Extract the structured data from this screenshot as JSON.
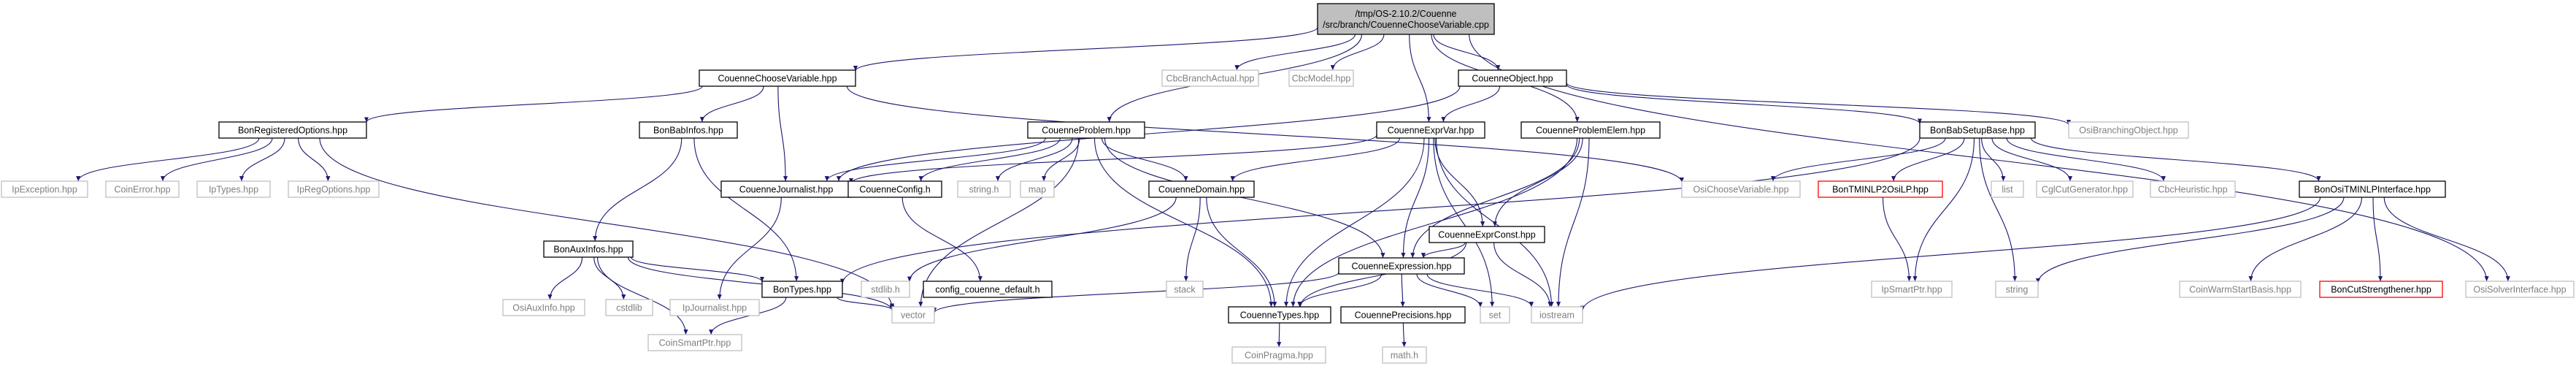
{
  "diagram": {
    "type": "include-dependency-graph",
    "colors": {
      "edge": "#191970",
      "root_fill": "#bfbfbf",
      "node_fill": "#ffffff",
      "normal_border": "#000000",
      "external_border": "#bfbfbf",
      "external_text": "#7f7f7f",
      "missing_border": "#ff0000"
    },
    "nodes": {
      "root": {
        "lines": [
          "/tmp/OS-2.10.2/Couenne",
          "/src/branch/CouenneChooseVariable.cpp"
        ],
        "style": "root"
      },
      "ccv": {
        "lines": [
          "CouenneChooseVariable.hpp"
        ],
        "style": "normal"
      },
      "cbcba": {
        "lines": [
          "CbcBranchActual.hpp"
        ],
        "style": "external"
      },
      "cbcmodel": {
        "lines": [
          "CbcModel.hpp"
        ],
        "style": "external"
      },
      "cobj": {
        "lines": [
          "CouenneObject.hpp"
        ],
        "style": "normal"
      },
      "osibo": {
        "lines": [
          "OsiBranchingObject.hpp"
        ],
        "style": "external"
      },
      "brop": {
        "lines": [
          "BonRegisteredOptions.hpp"
        ],
        "style": "normal"
      },
      "babinfo": {
        "lines": [
          "BonBabInfos.hpp"
        ],
        "style": "normal"
      },
      "cprob": {
        "lines": [
          "CouenneProblem.hpp"
        ],
        "style": "normal"
      },
      "cexprvar": {
        "lines": [
          "CouenneExprVar.hpp"
        ],
        "style": "normal"
      },
      "cpelem": {
        "lines": [
          "CouenneProblemElem.hpp"
        ],
        "style": "normal"
      },
      "bbsb": {
        "lines": [
          "BonBabSetupBase.hpp"
        ],
        "style": "normal"
      },
      "ipexc": {
        "lines": [
          "IpException.hpp"
        ],
        "style": "external"
      },
      "coinerr": {
        "lines": [
          "CoinError.hpp"
        ],
        "style": "external"
      },
      "iptypes": {
        "lines": [
          "IpTypes.hpp"
        ],
        "style": "external"
      },
      "ipreg": {
        "lines": [
          "IpRegOptions.hpp"
        ],
        "style": "external"
      },
      "cjournal": {
        "lines": [
          "CouenneJournalist.hpp"
        ],
        "style": "normal"
      },
      "cconfig": {
        "lines": [
          "CouenneConfig.h"
        ],
        "style": "normal"
      },
      "stringh": {
        "lines": [
          "string.h"
        ],
        "style": "external"
      },
      "map": {
        "lines": [
          "map"
        ],
        "style": "external"
      },
      "osichoose": {
        "lines": [
          "OsiChooseVariable.hpp"
        ],
        "style": "external"
      },
      "tminlp2osi": {
        "lines": [
          "BonTMINLP2OsiLP.hpp"
        ],
        "style": "missing"
      },
      "list": {
        "lines": [
          "list"
        ],
        "style": "external"
      },
      "cglcut": {
        "lines": [
          "CglCutGenerator.hpp"
        ],
        "style": "external"
      },
      "cbcheur": {
        "lines": [
          "CbcHeuristic.hpp"
        ],
        "style": "external"
      },
      "ositminlp": {
        "lines": [
          "BonOsiTMINLPInterface.hpp"
        ],
        "style": "normal"
      },
      "auxinfo": {
        "lines": [
          "BonAuxInfos.hpp"
        ],
        "style": "normal"
      },
      "cdomain": {
        "lines": [
          "CouenneDomain.hpp"
        ],
        "style": "normal"
      },
      "cexprconst": {
        "lines": [
          "CouenneExprConst.hpp"
        ],
        "style": "normal"
      },
      "osiaux": {
        "lines": [
          "OsiAuxInfo.hpp"
        ],
        "style": "external"
      },
      "cstdlib": {
        "lines": [
          "cstdlib"
        ],
        "style": "external"
      },
      "ipjournal": {
        "lines": [
          "IpJournalist.hpp"
        ],
        "style": "external"
      },
      "bontypes": {
        "lines": [
          "BonTypes.hpp"
        ],
        "style": "normal"
      },
      "stdlib": {
        "lines": [
          "stdlib.h"
        ],
        "style": "external"
      },
      "cfgdefault": {
        "lines": [
          "config_couenne_default.h"
        ],
        "style": "normal"
      },
      "stack": {
        "lines": [
          "stack"
        ],
        "style": "external"
      },
      "cexpr": {
        "lines": [
          "CouenneExpression.hpp"
        ],
        "style": "normal"
      },
      "ipsmart": {
        "lines": [
          "IpSmartPtr.hpp"
        ],
        "style": "external"
      },
      "string": {
        "lines": [
          "string"
        ],
        "style": "external"
      },
      "coinwarm": {
        "lines": [
          "CoinWarmStartBasis.hpp"
        ],
        "style": "external"
      },
      "cutstr": {
        "lines": [
          "BonCutStrengthener.hpp"
        ],
        "style": "missing"
      },
      "osisolver": {
        "lines": [
          "OsiSolverInterface.hpp"
        ],
        "style": "external"
      },
      "coinsmart": {
        "lines": [
          "CoinSmartPtr.hpp"
        ],
        "style": "external"
      },
      "vector": {
        "lines": [
          "vector"
        ],
        "style": "external"
      },
      "ctypes": {
        "lines": [
          "CouenneTypes.hpp"
        ],
        "style": "normal"
      },
      "cprec": {
        "lines": [
          "CouennePrecisions.hpp"
        ],
        "style": "normal"
      },
      "set": {
        "lines": [
          "set"
        ],
        "style": "external"
      },
      "iostream": {
        "lines": [
          "iostream"
        ],
        "style": "external"
      },
      "coinpragma": {
        "lines": [
          "CoinPragma.hpp"
        ],
        "style": "external"
      },
      "mathh": {
        "lines": [
          "math.h"
        ],
        "style": "external"
      }
    },
    "edges": [
      [
        "root",
        "ccv"
      ],
      [
        "root",
        "cbcba"
      ],
      [
        "root",
        "cbcmodel"
      ],
      [
        "root",
        "cobj"
      ],
      [
        "root",
        "cprob"
      ],
      [
        "root",
        "cexprvar"
      ],
      [
        "root",
        "cpelem"
      ],
      [
        "root",
        "osisolver"
      ],
      [
        "ccv",
        "brop"
      ],
      [
        "ccv",
        "babinfo"
      ],
      [
        "ccv",
        "cjournal"
      ],
      [
        "ccv",
        "osichoose"
      ],
      [
        "cobj",
        "osibo"
      ],
      [
        "cobj",
        "cexprvar"
      ],
      [
        "cobj",
        "cjournal"
      ],
      [
        "cobj",
        "bbsb"
      ],
      [
        "brop",
        "ipexc"
      ],
      [
        "brop",
        "coinerr"
      ],
      [
        "brop",
        "iptypes"
      ],
      [
        "brop",
        "ipreg"
      ],
      [
        "brop",
        "vector"
      ],
      [
        "babinfo",
        "auxinfo"
      ],
      [
        "babinfo",
        "bontypes"
      ],
      [
        "auxinfo",
        "osiaux"
      ],
      [
        "auxinfo",
        "cstdlib"
      ],
      [
        "auxinfo",
        "bontypes"
      ],
      [
        "auxinfo",
        "coinsmart"
      ],
      [
        "auxinfo",
        "vector"
      ],
      [
        "bontypes",
        "vector"
      ],
      [
        "bontypes",
        "coinsmart"
      ],
      [
        "cprob",
        "cjournal"
      ],
      [
        "cprob",
        "cconfig"
      ],
      [
        "cprob",
        "stringh"
      ],
      [
        "cprob",
        "map"
      ],
      [
        "cprob",
        "cdomain"
      ],
      [
        "cprob",
        "cexpr"
      ],
      [
        "cprob",
        "ctypes"
      ],
      [
        "cprob",
        "vector"
      ],
      [
        "cjournal",
        "ipjournal"
      ],
      [
        "cconfig",
        "cfgdefault"
      ],
      [
        "cexprvar",
        "cjournal"
      ],
      [
        "cexprvar",
        "cdomain"
      ],
      [
        "cexprvar",
        "cexprconst"
      ],
      [
        "cexprvar",
        "cexpr"
      ],
      [
        "cexprvar",
        "ctypes"
      ],
      [
        "cexprvar",
        "set"
      ],
      [
        "cexprvar",
        "iostream"
      ],
      [
        "cpelem",
        "cexprconst"
      ],
      [
        "cpelem",
        "cexpr"
      ],
      [
        "cpelem",
        "ctypes"
      ],
      [
        "cpelem",
        "iostream"
      ],
      [
        "cdomain",
        "stdlib"
      ],
      [
        "cdomain",
        "stack"
      ],
      [
        "cdomain",
        "ctypes"
      ],
      [
        "cexprconst",
        "cexpr"
      ],
      [
        "cexprconst",
        "ctypes"
      ],
      [
        "cexprconst",
        "iostream"
      ],
      [
        "cexpr",
        "ctypes"
      ],
      [
        "cexpr",
        "cprec"
      ],
      [
        "cexpr",
        "vector"
      ],
      [
        "cexpr",
        "set"
      ],
      [
        "cexpr",
        "iostream"
      ],
      [
        "ctypes",
        "coinpragma"
      ],
      [
        "cprec",
        "mathh"
      ],
      [
        "bbsb",
        "osichoose"
      ],
      [
        "bbsb",
        "tminlp2osi"
      ],
      [
        "bbsb",
        "list"
      ],
      [
        "bbsb",
        "cglcut"
      ],
      [
        "bbsb",
        "cbcheur"
      ],
      [
        "bbsb",
        "ositminlp"
      ],
      [
        "bbsb",
        "string"
      ],
      [
        "bbsb",
        "ipsmart"
      ],
      [
        "bbsb",
        "bontypes"
      ],
      [
        "tminlp2osi",
        "ipsmart"
      ],
      [
        "ositminlp",
        "string"
      ],
      [
        "ositminlp",
        "coinwarm"
      ],
      [
        "ositminlp",
        "cutstr"
      ],
      [
        "ositminlp",
        "osisolver"
      ],
      [
        "ositminlp",
        "iostream"
      ]
    ]
  }
}
